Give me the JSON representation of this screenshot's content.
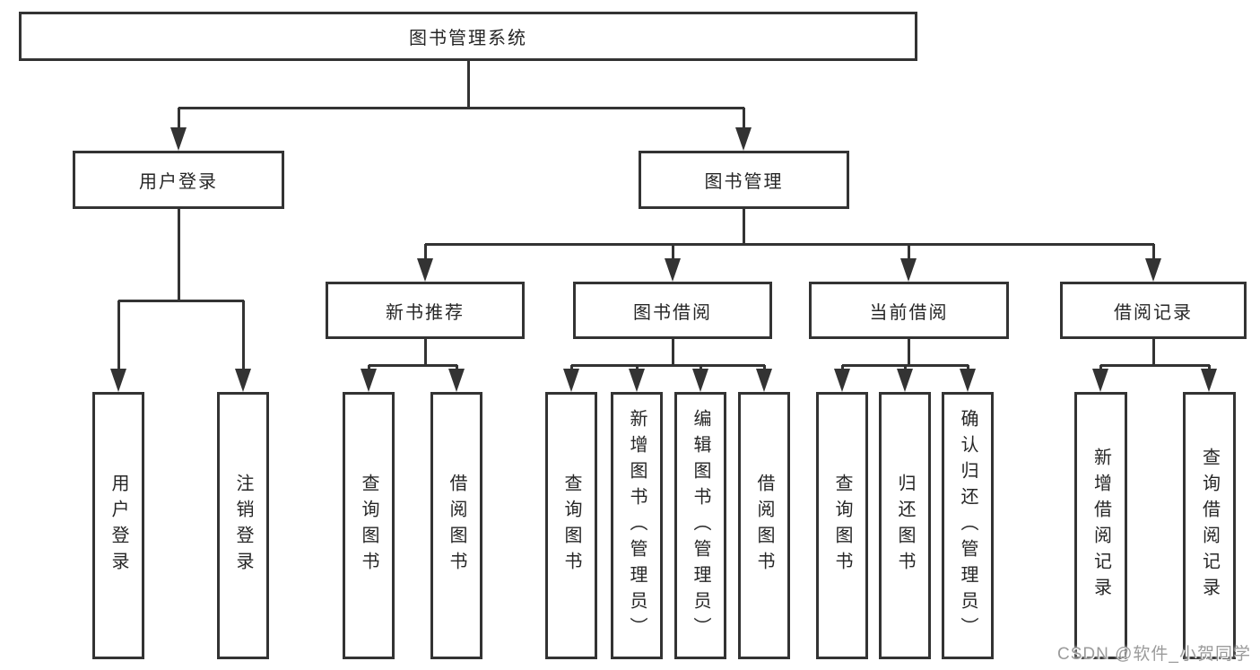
{
  "diagram": {
    "watermark": "CSDN @软件_小贺同学",
    "colors": {
      "line": "#333333",
      "box_border": "#333333",
      "box_background": "#ffffff",
      "text": "#262626",
      "watermark_text": "#9b9b9b"
    },
    "nodes": {
      "root": {
        "label": "图书管理系统"
      },
      "user_login": {
        "label": "用户登录"
      },
      "book_mgmt": {
        "label": "图书管理"
      },
      "new_book_rec": {
        "label": "新书推荐"
      },
      "book_borrow": {
        "label": "图书借阅"
      },
      "current_borrow": {
        "label": "当前借阅"
      },
      "borrow_record": {
        "label": "借阅记录"
      },
      "leaf_user_login": {
        "label": "用户登录"
      },
      "leaf_logout": {
        "label": "注销登录"
      },
      "leaf_nb_query": {
        "label": "查询图书"
      },
      "leaf_nb_borrow": {
        "label": "借阅图书"
      },
      "leaf_bb_query": {
        "label": "查询图书"
      },
      "leaf_bb_add": {
        "label": "新增图书（管理员）"
      },
      "leaf_bb_edit": {
        "label": "编辑图书（管理员）"
      },
      "leaf_bb_borrow": {
        "label": "借阅图书"
      },
      "leaf_cb_query": {
        "label": "查询图书"
      },
      "leaf_cb_return": {
        "label": "归还图书"
      },
      "leaf_cb_confirm": {
        "label": "确认归还（管理员）"
      },
      "leaf_br_add": {
        "label": "新增借阅记录"
      },
      "leaf_br_query": {
        "label": "查询借阅记录"
      }
    },
    "hierarchy_note": {
      "root_children": "用户登录, 图书管理",
      "user_login_children": "用户登录, 注销登录",
      "book_mgmt_children": "新书推荐, 图书借阅, 当前借阅, 借阅记录"
    }
  }
}
